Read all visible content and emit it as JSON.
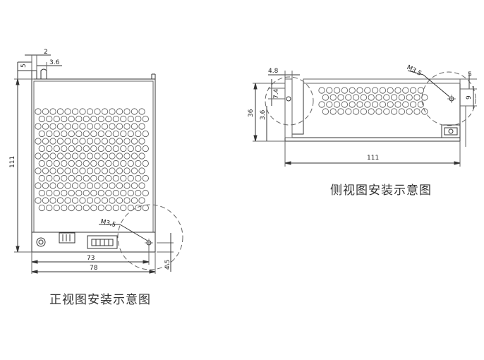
{
  "front_view": {
    "caption": "正视图安装示意图",
    "dimensions": {
      "top_2": "2",
      "top_3_6": "3.6",
      "top_5": "5",
      "left_111": "111",
      "bottom_73": "73",
      "bottom_78": "78",
      "right_4_5": "4.5",
      "screw": "M3.5"
    }
  },
  "side_view": {
    "caption": "侧视图安装示意图",
    "dimensions": {
      "top_4_8": "4.8",
      "left_7_4": "7.4",
      "left_36": "36",
      "left_3_6": "3.6",
      "bottom_111": "111",
      "screw": "M3.5",
      "right_5": "5",
      "right_9": "9"
    }
  }
}
